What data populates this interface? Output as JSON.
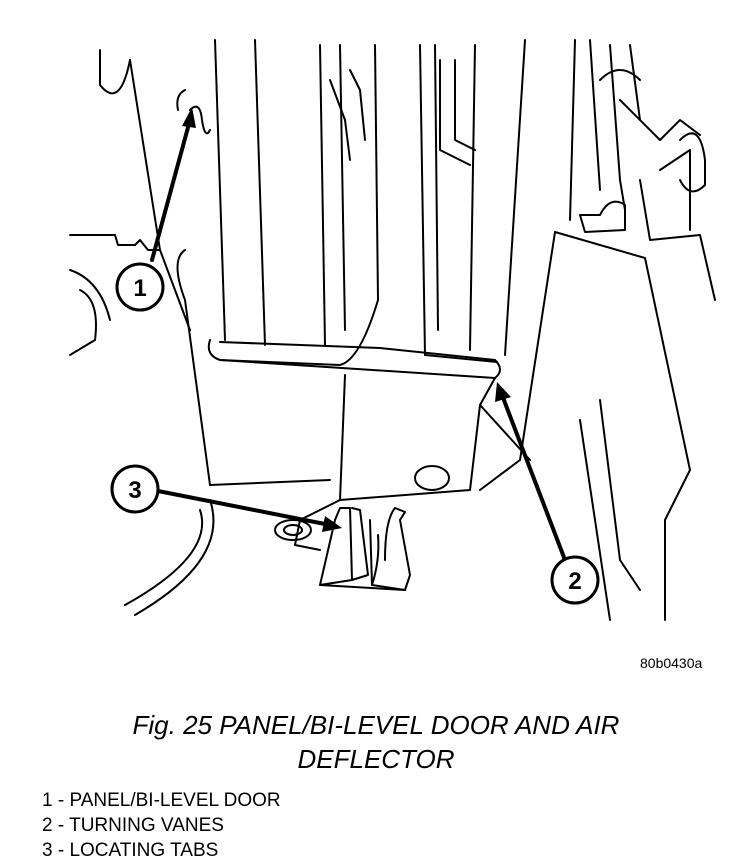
{
  "figure": {
    "code": "80b0430a",
    "caption_line1": "Fig. 25 PANEL/BI-LEVEL DOOR AND AIR",
    "caption_line2": "DEFLECTOR"
  },
  "callouts": [
    {
      "num": "1"
    },
    {
      "num": "2"
    },
    {
      "num": "3"
    }
  ],
  "legend": [
    "1 - PANEL/BI-LEVEL DOOR",
    "2 - TURNING VANES",
    "3 - LOCATING TABS"
  ]
}
